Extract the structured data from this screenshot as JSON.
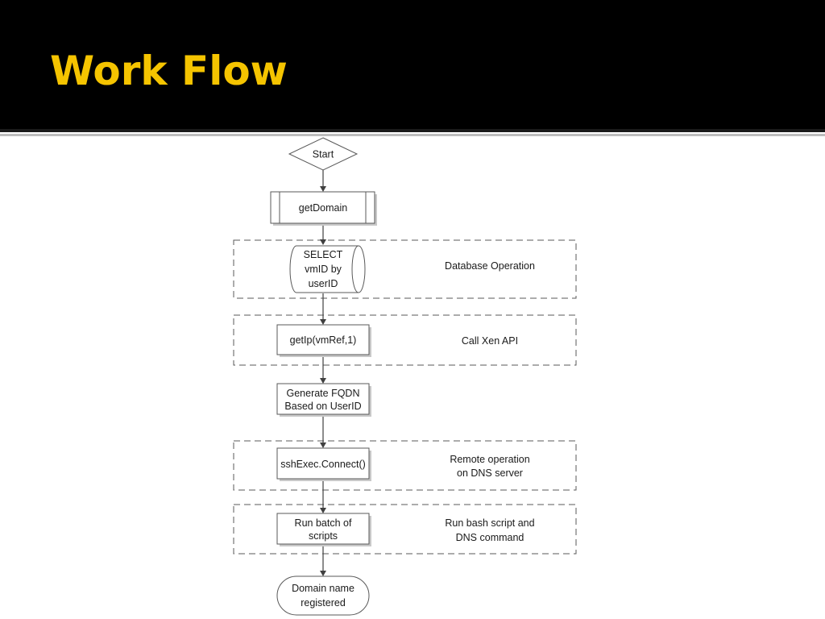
{
  "slide": {
    "title": "Work Flow"
  },
  "colors": {
    "header_bg": "#000000",
    "title": "#f5c400",
    "stroke": "#595959",
    "node_fill": "#ffffff",
    "node_shadow": "#c8c8c8"
  },
  "flow": {
    "start": "Start",
    "get_domain": "getDomain",
    "select_line1": "SELECT",
    "select_line2": "vmID by",
    "select_line3": "userID",
    "get_ip": "getIp(vmRef,1)",
    "fqdn_line1": "Generate FQDN",
    "fqdn_line2": "Based on UserID",
    "ssh_connect": "sshExec.Connect()",
    "run_batch_line1": "Run batch of",
    "run_batch_line2": "scripts",
    "end_line1": "Domain name",
    "end_line2": "registered"
  },
  "groups": {
    "database": "Database Operation",
    "xen": "Call Xen API",
    "remote_line1": "Remote operation",
    "remote_line2": "on DNS server",
    "bash_line1": "Run bash script and",
    "bash_line2": "DNS command"
  }
}
